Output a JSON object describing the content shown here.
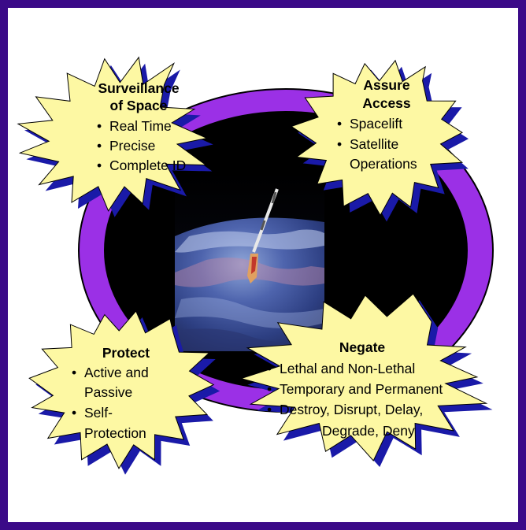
{
  "diagram": {
    "colors": {
      "frame": "#3b0a88",
      "ring": "#9b30e6",
      "ring_outline": "#000000",
      "starburst_fill": "#fdf8a3",
      "starburst_shadow": "#1a1aa8",
      "center_image_description_only": "earth-with-rocket"
    },
    "center_image": {
      "icon": "earth-rocket-photo"
    },
    "bursts": {
      "surveillance": {
        "title_line1": "Surveillance",
        "title_line2": "of Space",
        "items": [
          "Real Time",
          "Precise",
          "Complete ID"
        ]
      },
      "assure_access": {
        "title_line1": "Assure",
        "title_line2": "Access",
        "items": [
          "Spacelift",
          "Satellite"
        ],
        "item2_cont": "Operations"
      },
      "protect": {
        "title": "Protect",
        "item1": "Active and",
        "item1_cont": "Passive",
        "item2": "Self-",
        "item2_cont": "Protection"
      },
      "negate": {
        "title": "Negate",
        "items": [
          "Lethal and Non-Lethal",
          "Temporary and Permanent",
          "Destroy, Disrupt, Delay,"
        ],
        "item3_cont": "Degrade, Deny"
      }
    }
  }
}
